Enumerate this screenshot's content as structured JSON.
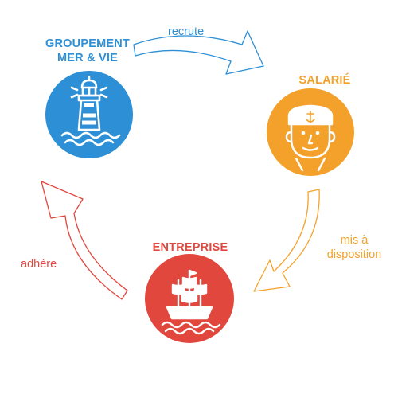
{
  "nodes": {
    "groupement": {
      "title_line1": "GROUPEMENT",
      "title_line2": "MER & VIE",
      "icon": "lighthouse-icon",
      "color": "#2d8fd5"
    },
    "salarie": {
      "title": "SALARIÉ",
      "icon": "sailor-icon",
      "color": "#f4a12b"
    },
    "entreprise": {
      "title": "ENTREPRISE",
      "icon": "ship-icon",
      "color": "#e2473e"
    }
  },
  "edges": {
    "recrute": {
      "label": "recrute",
      "color": "#2d8fd5"
    },
    "mis_a_disposition": {
      "label_line1": "mis à",
      "label_line2": "disposition",
      "color": "#f4a12b"
    },
    "adhere": {
      "label": "adhère",
      "color": "#e2473e"
    }
  }
}
